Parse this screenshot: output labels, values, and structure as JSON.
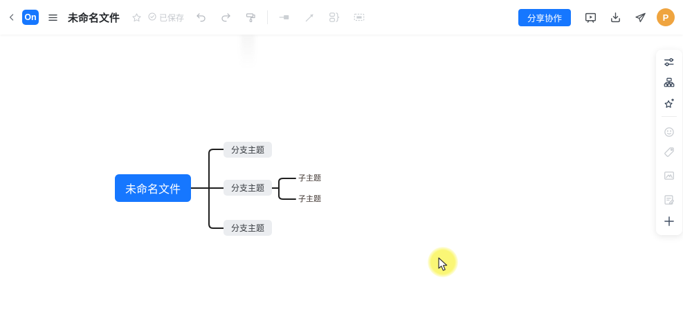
{
  "header": {
    "logo": "On",
    "title": "未命名文件",
    "saved_label": "已保存",
    "share_button": "分享协作",
    "avatar_initial": "P",
    "left_icons": [
      "back-chevron",
      "menu",
      "favorite-star",
      "saved-check",
      "undo",
      "redo",
      "format-painter",
      "topic",
      "relation-line",
      "summary-brace",
      "boundary-frame"
    ],
    "right_icons": [
      "presentation-play",
      "download",
      "send-plane",
      "avatar"
    ]
  },
  "right_toolbar": {
    "icons": [
      "node-settings-sliders",
      "structure-orgchart",
      "style-magic-star",
      "emoji-smiley",
      "tag-label",
      "image-picture",
      "note-document",
      "add-plus"
    ]
  },
  "mindmap": {
    "root": {
      "label": "未命名文件"
    },
    "branches": [
      {
        "label": "分支主题",
        "children": []
      },
      {
        "label": "分支主题",
        "children": [
          {
            "label": "子主题"
          },
          {
            "label": "子主题"
          }
        ]
      },
      {
        "label": "分支主题",
        "children": []
      }
    ]
  },
  "colors": {
    "accent_blue": "#1677ff",
    "root_fill": "#1677ff",
    "branch_fill": "#ebedf0",
    "connector": "#1f1f1f",
    "avatar_orange": "#efa43f",
    "click_highlight_yellow": "#faf66e",
    "disabled_icon_gray": "#ccd0d4",
    "dark_icon": "#2e3c50"
  },
  "cursor": {
    "state": "arrow-with-click-highlight"
  }
}
